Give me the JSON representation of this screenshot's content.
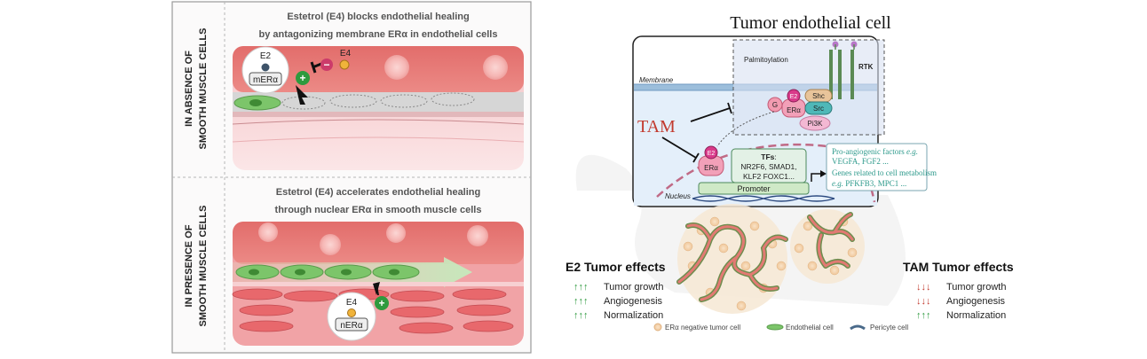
{
  "left_panel": {
    "side_label_top_1": "IN ABSENCE OF",
    "side_label_top_2": "SMOOTH MUSCLE CELLS",
    "side_label_bottom_1": "IN PRESENCE OF",
    "side_label_bottom_2": "SMOOTH MUSCLE CELLS",
    "top_title_1": "Estetrol (E4) blocks endothelial healing",
    "top_title_2": "by antagonizing membrane ERα in endothelial cells",
    "bottom_title_1": "Estetrol (E4) accelerates endothelial healing",
    "bottom_title_2": "through nuclear ERα in smooth muscle cells",
    "top_inset_e2": "E2",
    "top_inset_receptor": "mERα",
    "top_e4": "E4",
    "bottom_inset_e4": "E4",
    "bottom_inset_receptor": "nERα"
  },
  "right_panel": {
    "title": "Tumor endothelial cell",
    "membrane_label": "Membrane",
    "nucleus_label": "Nucleus",
    "palmitoylation_label": "Palmitoylation",
    "rtk_label": "RTK",
    "tam_label": "TAM",
    "complex": {
      "g": "G",
      "e2": "E2",
      "era": "ERα",
      "shc": "Shc",
      "src": "Src",
      "pi3k": "Pi3K"
    },
    "nuclear_e2": "E2",
    "nuclear_era": "ERα",
    "tfs_title": "TFs",
    "tfs_colon": ":",
    "tfs_line1": "NR2F6, SMAD1,",
    "tfs_line2": "KLF2 FOXC1...",
    "promoter": "Promoter",
    "genes_line1_a": "Pro-angiogenic factors ",
    "genes_line1_b": "e.g.",
    "genes_line2": "VEGFA, FGF2 ...",
    "genes_line3": "Genes related to cell metabolism",
    "genes_line4_a": "e.g.",
    "genes_line4_b": " PFKFB3, MPC1 ...",
    "e2_effects": {
      "title": "E2 Tumor effects",
      "items": [
        {
          "arrows": "↑↑↑",
          "label": "Tumor growth"
        },
        {
          "arrows": "↑↑↑",
          "label": "Angiogenesis"
        },
        {
          "arrows": "↑↑↑",
          "label": "Normalization"
        }
      ]
    },
    "tam_effects": {
      "title": "TAM Tumor effects",
      "items": [
        {
          "arrows": "↓↓↓",
          "label": "Tumor growth"
        },
        {
          "arrows": "↓↓↓",
          "label": "Angiogenesis"
        },
        {
          "arrows": "↑↑↑",
          "label": "Normalization"
        }
      ]
    },
    "legend": {
      "tumor_cell": "ERα negative tumor cell",
      "endothelial_cell": "Endothelial cell",
      "pericyte_cell": "Pericyte cell"
    }
  },
  "colors": {
    "vessel_red": "#e06a6a",
    "endothelial_green": "#7cc56a",
    "tam_red": "#c23a2e",
    "teal_text": "#2e9a8c",
    "era_pink": "#f2a0b8",
    "e2_magenta": "#d93a8a",
    "shc_tan": "#e8c49a",
    "src_teal": "#4fb8b8",
    "pi3k_pink": "#f3b8d3",
    "g_pink": "#f29bb0"
  }
}
